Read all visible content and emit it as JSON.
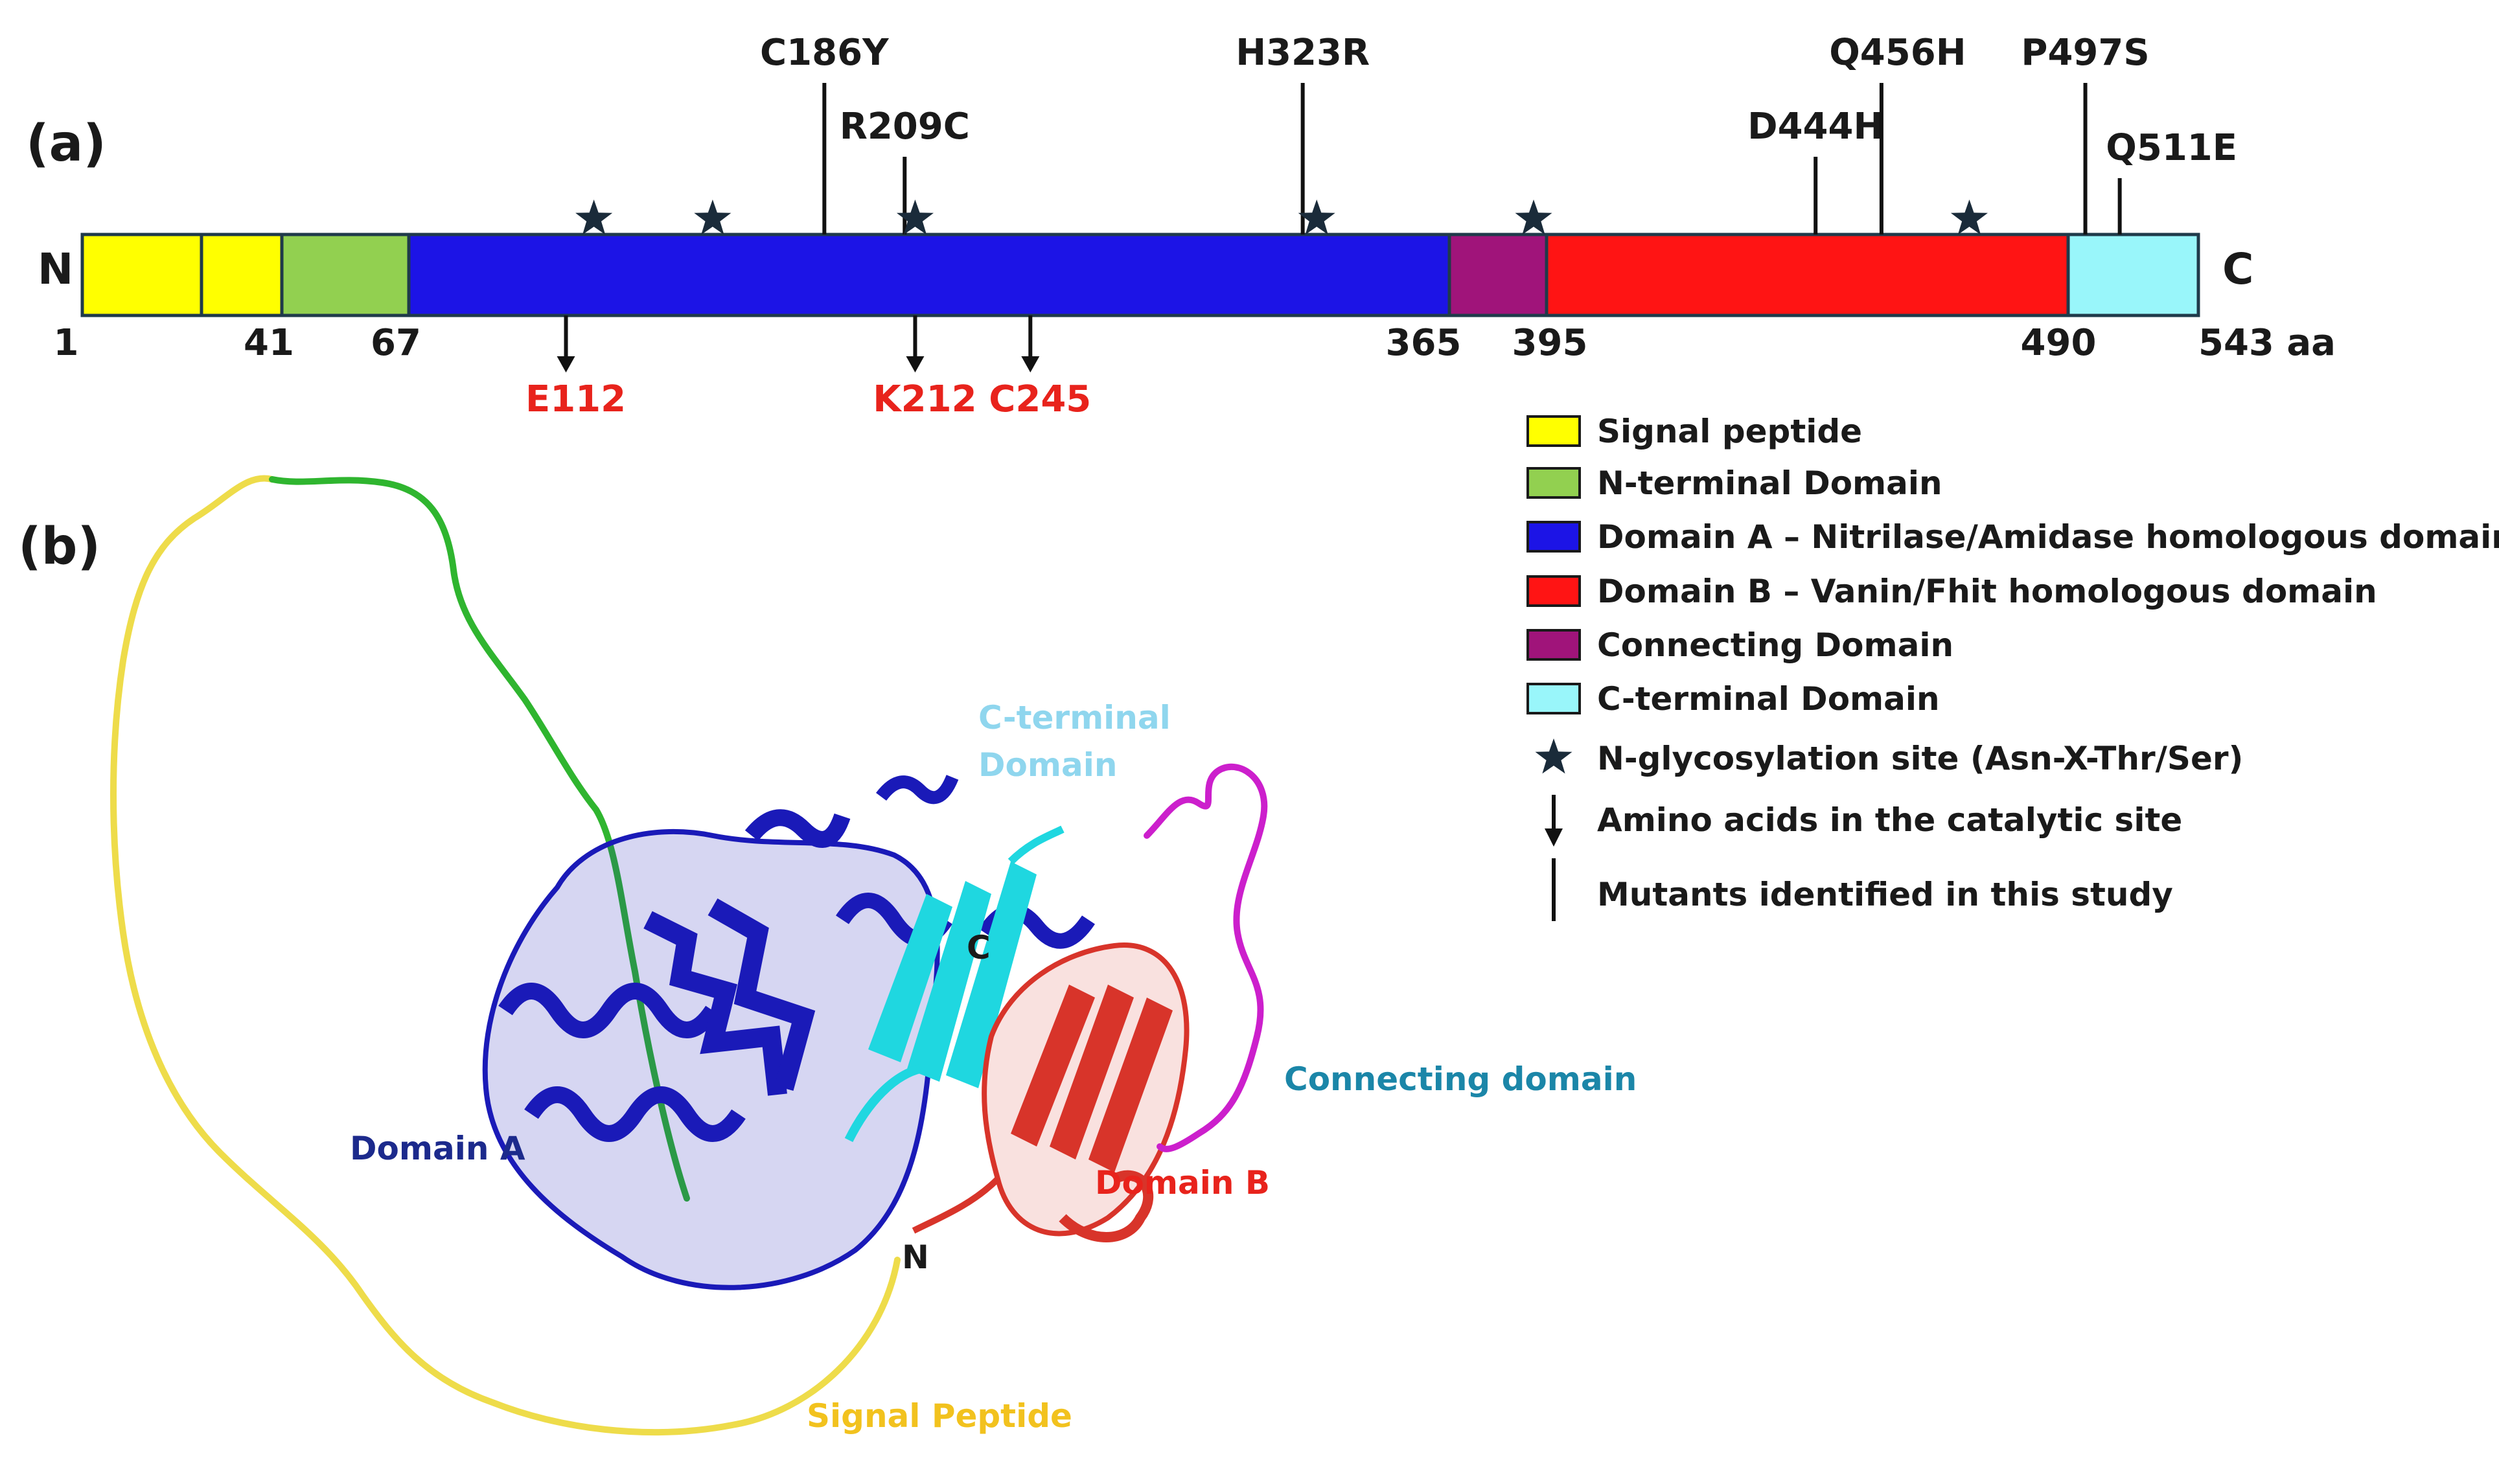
{
  "panel_a": {
    "label": "(a)",
    "n_term": "N",
    "c_term": "C",
    "length_aa": 543,
    "segments": [
      {
        "start": 1,
        "end": 41,
        "color": "#ffff00",
        "divider_at": 21,
        "name": "Signal peptide"
      },
      {
        "start": 41,
        "end": 67,
        "color": "#92d050",
        "name": "N-terminal Domain"
      },
      {
        "start": 67,
        "end": 365,
        "color": "#1c14e6",
        "name": "Domain A"
      },
      {
        "start": 365,
        "end": 395,
        "color": "#a0147a",
        "name": "Connecting Domain"
      },
      {
        "start": 395,
        "end": 490,
        "color": "#ff1414",
        "name": "Domain B"
      },
      {
        "start": 490,
        "end": 543,
        "color": "#99f6fa",
        "name": "C-terminal Domain"
      }
    ],
    "positions": [
      {
        "value": 1,
        "text": "1"
      },
      {
        "value": 41,
        "text": "41"
      },
      {
        "value": 67,
        "text": "67"
      },
      {
        "value": 365,
        "text": "365"
      },
      {
        "value": 395,
        "text": "395"
      },
      {
        "value": 490,
        "text": "490"
      },
      {
        "value": 543,
        "text": "543 aa"
      }
    ],
    "mutants": [
      {
        "label": "C186Y",
        "pos": 186,
        "level": "high"
      },
      {
        "label": "R209C",
        "pos": 209,
        "level": "mid"
      },
      {
        "label": "H323R",
        "pos": 323,
        "level": "high"
      },
      {
        "label": "D444H",
        "pos": 444,
        "level": "mid"
      },
      {
        "label": "Q456H",
        "pos": 456,
        "level": "high"
      },
      {
        "label": "P497S",
        "pos": 497,
        "level": "high"
      },
      {
        "label": "Q511E",
        "pos": 511,
        "level": "low"
      }
    ],
    "glycosylation_sites": [
      120,
      154,
      212,
      327,
      391,
      472
    ],
    "catalytic_sites": [
      {
        "label": "E112",
        "pos": 112
      },
      {
        "label": "K212",
        "pos": 212
      },
      {
        "label": "C245",
        "pos": 245
      }
    ]
  },
  "legend": [
    {
      "kind": "box",
      "color": "#ffff00",
      "text": "Signal peptide"
    },
    {
      "kind": "box",
      "color": "#92d050",
      "text": "N-terminal Domain"
    },
    {
      "kind": "box",
      "color": "#1c14e6",
      "text": "Domain A – Nitrilase/Amidase homologous domain"
    },
    {
      "kind": "box",
      "color": "#ff1414",
      "text": "Domain B – Vanin/Fhit homologous domain"
    },
    {
      "kind": "box",
      "color": "#a0147a",
      "text": "Connecting Domain"
    },
    {
      "kind": "box",
      "color": "#99f6fa",
      "text": "C-terminal Domain"
    },
    {
      "kind": "star",
      "text": "N-glycosylation site (Asn-X-Thr/Ser)"
    },
    {
      "kind": "arrow",
      "text": "Amino acids in the catalytic site"
    },
    {
      "kind": "bar",
      "text": "Mutants identified in this study"
    }
  ],
  "panel_b": {
    "label": "(b)",
    "labels": {
      "c_terminal_line1": "C-terminal",
      "c_terminal_line2": "Domain",
      "connecting": "Connecting domain",
      "domain_a": "Domain A",
      "domain_b": "Domain B",
      "signal": "Signal Peptide",
      "n_term": "N",
      "c_term": "C"
    },
    "colors": {
      "domain_a": "#1a1ab8",
      "domain_b": "#d8342a",
      "c_terminal": "#1fd7e0",
      "connecting": "#cc1fcc",
      "n_terminal": "#2fb52f",
      "signal": "#eedc4a",
      "c_terminal_label": "#8fd6ee",
      "connecting_label": "#1b86a8",
      "domain_a_label": "#1c2a8c",
      "domain_b_label": "#e8231c",
      "signal_label": "#f2c21e"
    }
  }
}
